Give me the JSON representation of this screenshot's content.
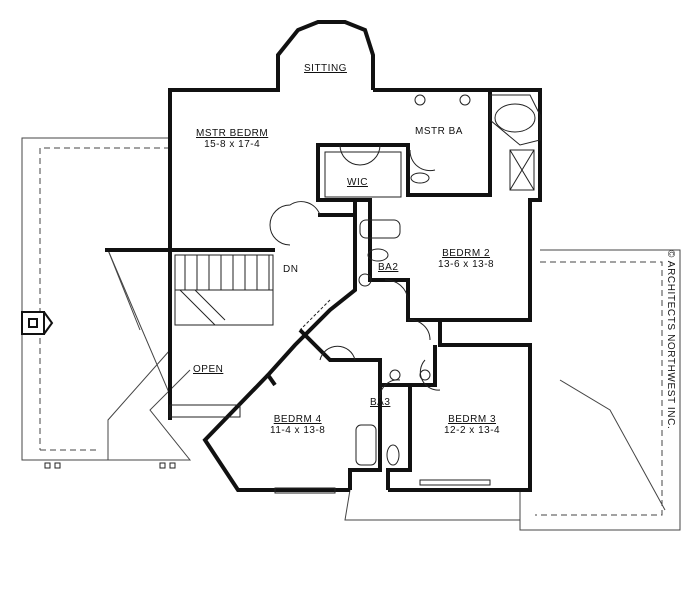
{
  "rooms": {
    "master_bedroom": {
      "name": "MSTR BEDRM",
      "size": "15-8 x 17-4"
    },
    "sitting": {
      "name": "SITTING"
    },
    "master_bath": {
      "name": "MSTR BA"
    },
    "wic": {
      "name": "WIC"
    },
    "bath2": {
      "name": "BA2"
    },
    "bedroom2": {
      "name": "BEDRM 2",
      "size": "13-6 x 13-8"
    },
    "stairs": {
      "name": "DN"
    },
    "open": {
      "name": "OPEN"
    },
    "bedroom4": {
      "name": "BEDRM 4",
      "size": "11-4 x 13-8"
    },
    "bath3": {
      "name": "BA3"
    },
    "bedroom3": {
      "name": "BEDRM 3",
      "size": "12-2 x 13-4"
    }
  },
  "copyright": "© ARCHITECTS NORTHWEST INC."
}
